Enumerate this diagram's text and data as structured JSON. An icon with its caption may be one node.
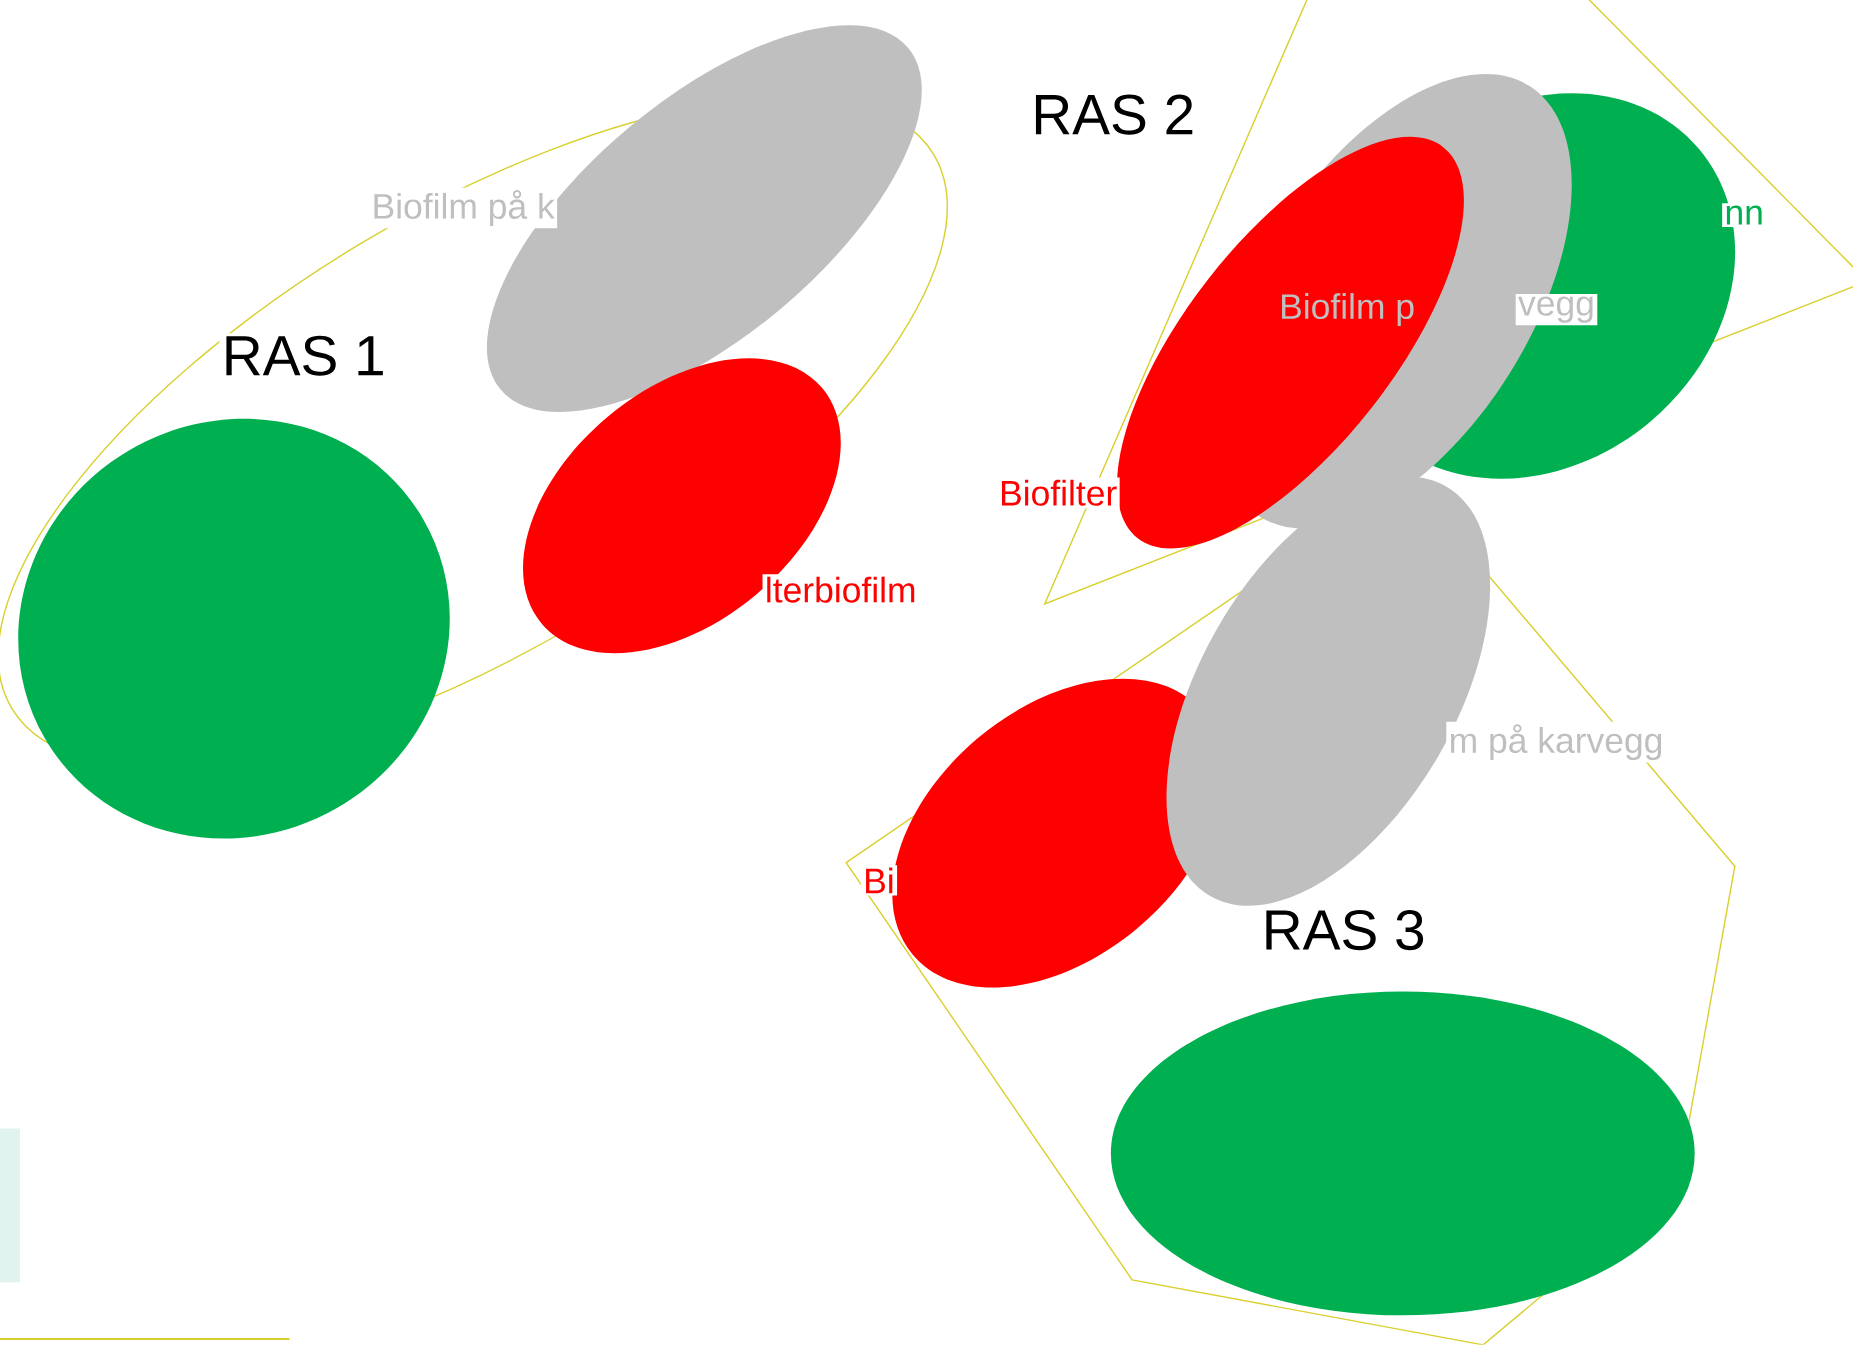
{
  "diagram": {
    "labels": [
      "RAS 2",
      "Biofilm på k",
      "nn",
      "Biofilm p",
      "vegg",
      "RAS 1",
      "Biofilter",
      "lterbiofilm",
      "m på karvegg",
      "Bi",
      "RAS 3"
    ]
  }
}
